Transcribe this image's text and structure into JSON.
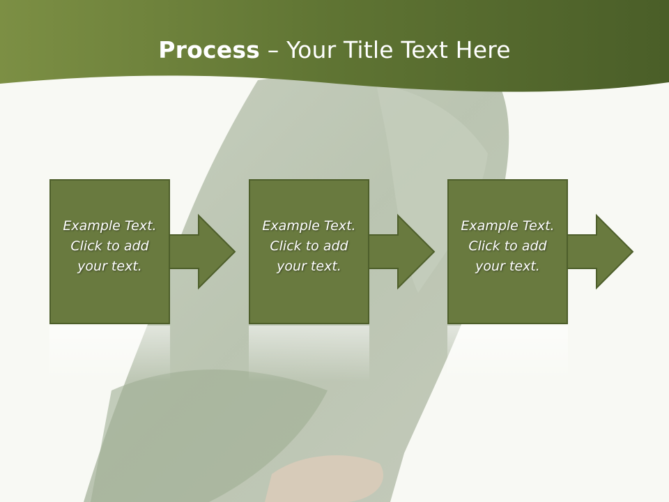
{
  "header": {
    "title_bold": "Process",
    "title_rest": " – Your Title Text Here"
  },
  "steps": [
    {
      "line1": "Example Text.",
      "line2": "Click  to add",
      "line3": "your text."
    },
    {
      "line1": "Example Text.",
      "line2": "Click  to add",
      "line3": "your text."
    },
    {
      "line1": "Example Text.",
      "line2": "Click  to add",
      "line3": "your text."
    }
  ],
  "colors": {
    "header_green": "#5d7233",
    "box_green": "#697a3f",
    "box_border": "#4d5e2a",
    "background": "#f8f9f4"
  }
}
